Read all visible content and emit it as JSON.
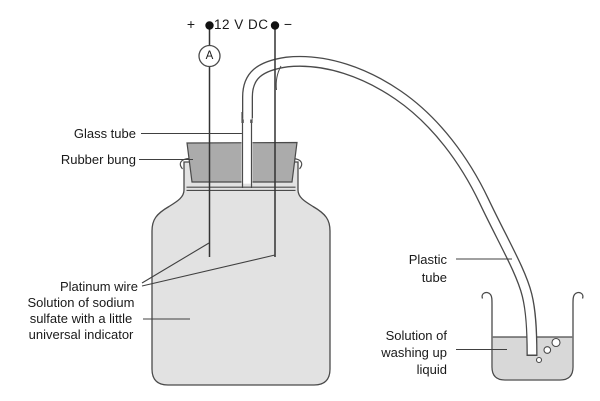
{
  "diagram": {
    "type": "electrolysis-apparatus",
    "power_supply": {
      "plus": "+",
      "minus": "−",
      "label": "12 V DC",
      "ammeter": "A"
    },
    "labels": {
      "glass_tube": "Glass tube",
      "rubber_bung": "Rubber bung",
      "platinum_wire": "Platinum wire",
      "sodium_solution": {
        "lines": [
          "Solution of sodium",
          "sulfate with a little",
          "universal indicator"
        ]
      },
      "plastic_tube": {
        "lines": [
          "Plastic",
          "tube"
        ]
      },
      "washing_liquid": {
        "lines": [
          "Solution of",
          "washing up",
          "liquid"
        ]
      }
    },
    "colors": {
      "outline": "#4a4a4a",
      "bottle_fill": "#e2e2e2",
      "bung_fill": "#ababab",
      "liquid_fill": "#d8d8d8",
      "background": "#ffffff",
      "text": "#1a1a1a"
    }
  }
}
